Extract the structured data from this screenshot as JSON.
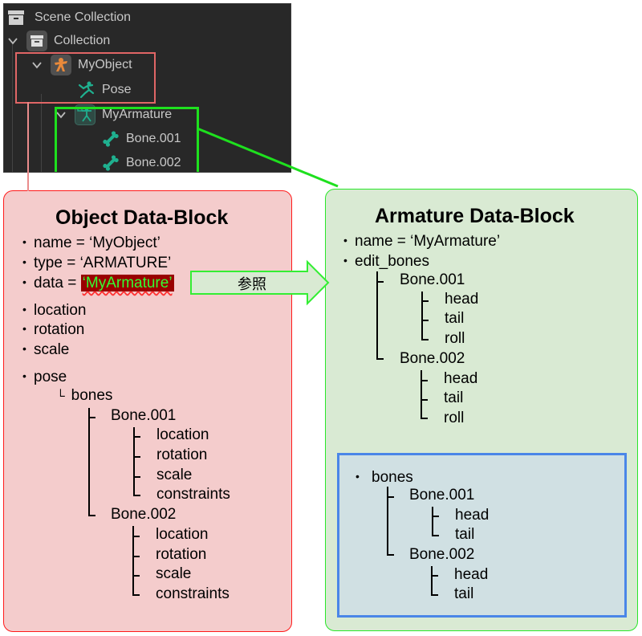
{
  "outliner": {
    "rows": [
      {
        "label": "Scene Collection",
        "icon": "collection-icon"
      },
      {
        "label": "Collection",
        "icon": "collection-icon"
      },
      {
        "label": "MyObject",
        "icon": "armature-object-icon"
      },
      {
        "label": "Pose",
        "icon": "pose-icon"
      },
      {
        "label": "MyArmature",
        "icon": "armature-data-icon"
      },
      {
        "label": "Bone.001",
        "icon": "bone-icon"
      },
      {
        "label": "Bone.002",
        "icon": "bone-icon"
      }
    ]
  },
  "object_block": {
    "title": "Object Data-Block",
    "props": [
      {
        "text": "name = ‘MyObject’"
      },
      {
        "text": "type = ‘ARMATURE’"
      },
      {
        "prefix": "data = ",
        "ref": "‘MyArmature’"
      },
      {
        "text": "location"
      },
      {
        "text": "rotation"
      },
      {
        "text": "scale"
      },
      {
        "text": "pose"
      }
    ],
    "pose_tree": {
      "bones_label": "bones",
      "bones": [
        {
          "name": "Bone.001",
          "children": [
            "location",
            "rotation",
            "scale",
            "constraints"
          ]
        },
        {
          "name": "Bone.002",
          "children": [
            "location",
            "rotation",
            "scale",
            "constraints"
          ]
        }
      ]
    }
  },
  "reference_arrow": {
    "label": "参照"
  },
  "armature_block": {
    "title": "Armature Data-Block",
    "props": [
      {
        "text": "name = ‘MyArmature’"
      },
      {
        "text": "edit_bones"
      }
    ],
    "edit_bones": [
      {
        "name": "Bone.001",
        "children": [
          "head",
          "tail",
          "roll"
        ]
      },
      {
        "name": "Bone.002",
        "children": [
          "head",
          "tail",
          "roll"
        ]
      }
    ],
    "bones_section": {
      "label": "bones",
      "bones": [
        {
          "name": "Bone.001",
          "children": [
            "head",
            "tail"
          ]
        },
        {
          "name": "Bone.002",
          "children": [
            "head",
            "tail"
          ]
        }
      ]
    }
  },
  "colors": {
    "object_fill": "#f4cccc",
    "object_border": "#ff1a1a",
    "armature_fill": "#d9ead3",
    "armature_border": "#29e629",
    "bones_fill": "#d0e0e3",
    "bones_border": "#4a86e8",
    "ref_highlight_bg": "#990000",
    "ref_highlight_text": "#33ff33"
  }
}
